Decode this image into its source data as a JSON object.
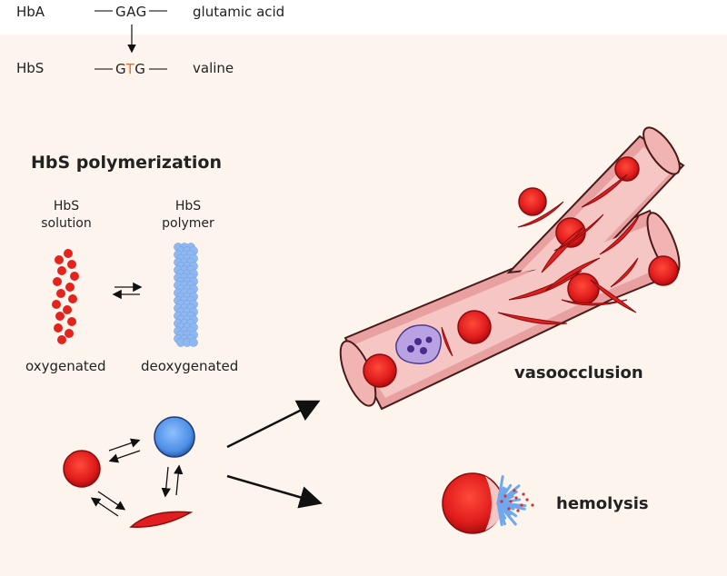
{
  "genetics": {
    "hba": {
      "label": "HbA",
      "codon": "GAG",
      "residue": "glutamic acid"
    },
    "hbs": {
      "label": "HbS",
      "codon_pre": "G",
      "codon_mut": "T",
      "codon_post": "G",
      "residue": "valine"
    }
  },
  "polymerization": {
    "title": "HbS polymerization",
    "solution_label_1": "HbS",
    "solution_label_2": "solution",
    "polymer_label_1": "HbS",
    "polymer_label_2": "polymer",
    "left_state": "oxygenated",
    "right_state": "deoxygenated"
  },
  "outcomes": {
    "vasoocclusion": "vasoocclusion",
    "hemolysis": "hemolysis"
  },
  "colors": {
    "mutation": "#e8702a",
    "red_cell": "#e02020",
    "deoxy_cell": "#5b9ae8",
    "polymer": "#8fb8f0",
    "vessel": "#f4b0b0",
    "panel": "#fdf5ed"
  }
}
